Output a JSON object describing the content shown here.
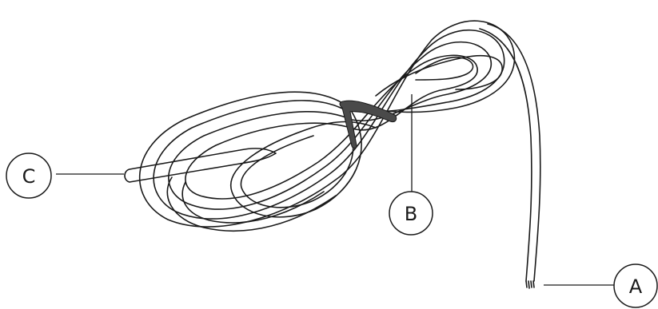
{
  "callouts": {
    "a": "A",
    "b": "B",
    "c": "C"
  },
  "colors": {
    "line": "#1a1a1a",
    "cable_tie": "#4a4a4a",
    "background": "#ffffff"
  }
}
